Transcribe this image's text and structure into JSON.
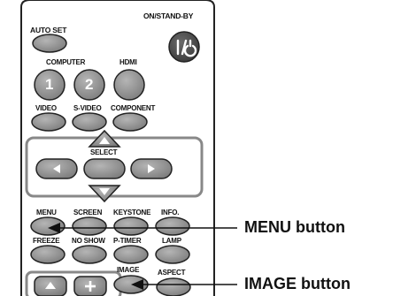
{
  "remote": {
    "labels": {
      "auto_set": "AUTO SET",
      "on_standby": "ON/STAND-BY",
      "computer": "COMPUTER",
      "hdmi": "HDMI",
      "video": "VIDEO",
      "s_video": "S-VIDEO",
      "component": "COMPONENT",
      "select": "SELECT",
      "menu": "MENU",
      "screen": "SCREEN",
      "keystone": "KEYSTONE",
      "info": "INFO.",
      "freeze": "FREEZE",
      "no_show": "NO SHOW",
      "p_timer": "P-TIMER",
      "lamp": "LAMP",
      "image": "IMAGE",
      "aspect": "ASPECT"
    },
    "button_glyphs": {
      "computer_1": "1",
      "computer_2": "2",
      "power": "I/⏻"
    }
  },
  "callouts": {
    "menu_button": "MENU button",
    "image_button": "IMAGE button"
  },
  "colors": {
    "button_gray": "#8f8f8f",
    "power_dark": "#4a4a4a",
    "body": "#ffffff",
    "outline": "#222222"
  }
}
